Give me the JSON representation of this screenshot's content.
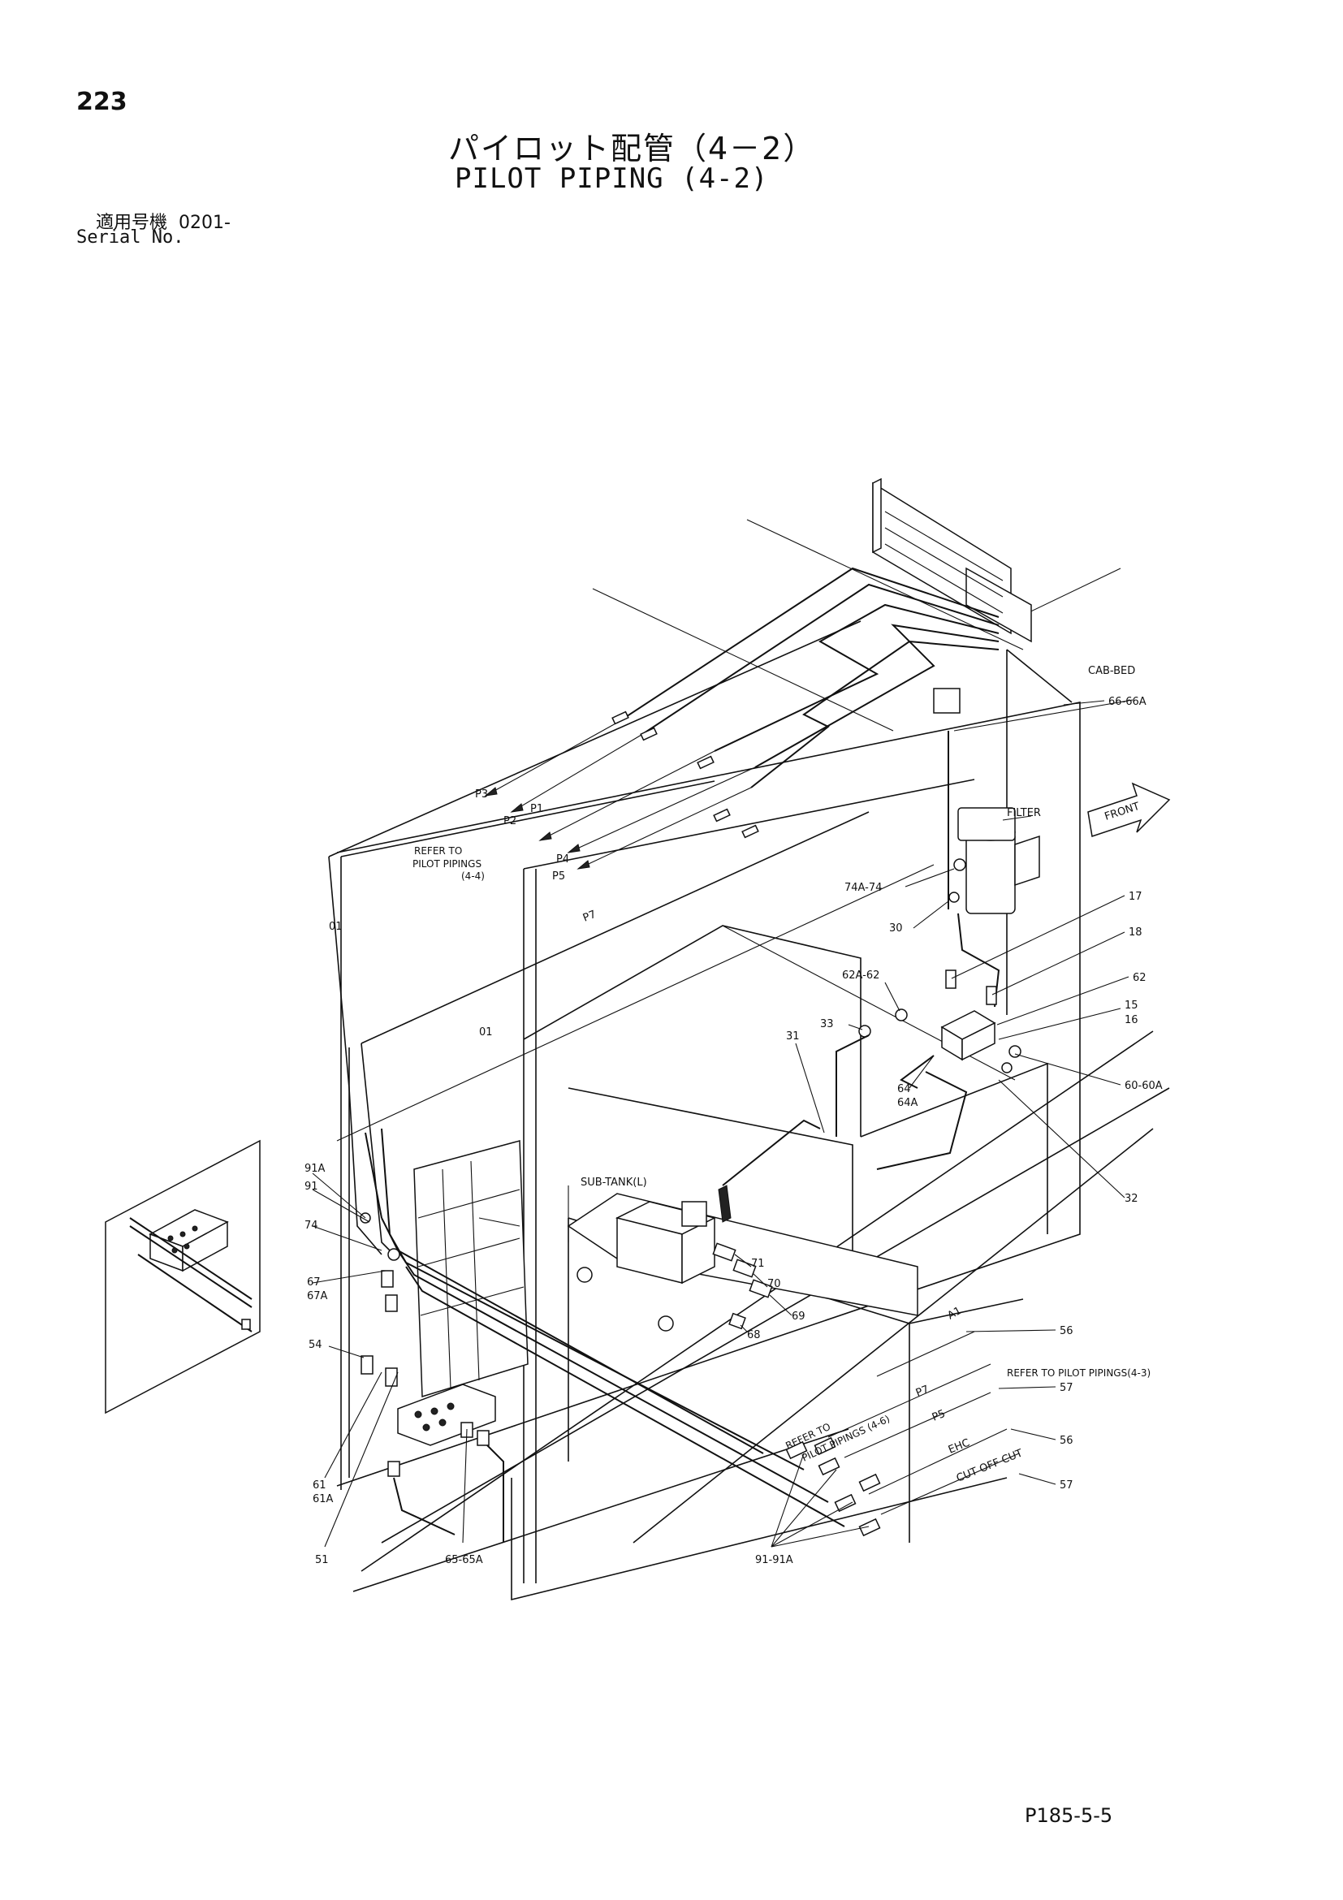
{
  "page": {
    "number": "223",
    "title_jp": "パイロット配管（4－2）",
    "title_en": "PILOT PIPING (4-2)",
    "serial_label_jp": "適用号機",
    "serial_value": "0201-",
    "serial_label_en": "Serial No.",
    "doc_code": "P185-5-5"
  },
  "diagram": {
    "labels": {
      "cab_bed": "CAB-BED",
      "filter": "FILTER",
      "front": "FRONT",
      "sub_tank": "SUB-TANK(L)",
      "refer_44_a": "REFER TO",
      "refer_44_b": "PILOT PIPINGS",
      "refer_44_c": "(4-4)",
      "refer_46_a": "REFER TO",
      "refer_46_b": "PILOT PIPINGS (4-6)",
      "refer_43": "REFER TO PILOT PIPINGS(4-3)",
      "p1": "P1",
      "p2": "P2",
      "p3": "P3",
      "p4": "P4",
      "p5": "P5",
      "p7": "P7",
      "p7b": "P7",
      "p5b": "P5",
      "ehc": "EHC",
      "cut_off": "CUT OFF CUT",
      "a1": "A1"
    },
    "parts": {
      "n66": "66-66A",
      "n17": "17",
      "n18": "18",
      "n62": "62",
      "n15": "15",
      "n16": "16",
      "n74a": "74A-74",
      "n30": "30",
      "n62a": "62A-62",
      "n33": "33",
      "n60": "60-60A",
      "n31": "31",
      "n64": "64",
      "n64a": "64A",
      "n32": "32",
      "n01a": "01",
      "n01b": "01",
      "n91a": "91A",
      "n91": "91",
      "n74": "74",
      "n67": "67",
      "n67a": "67A",
      "n71": "71",
      "n70": "70",
      "n69": "69",
      "n68": "68",
      "n54": "54",
      "n61": "61",
      "n61a": "61A",
      "n51": "51",
      "n65": "65-65A",
      "n56a": "56",
      "n57a": "57",
      "n56b": "56",
      "n57b": "57",
      "n9191a": "91-91A"
    }
  }
}
